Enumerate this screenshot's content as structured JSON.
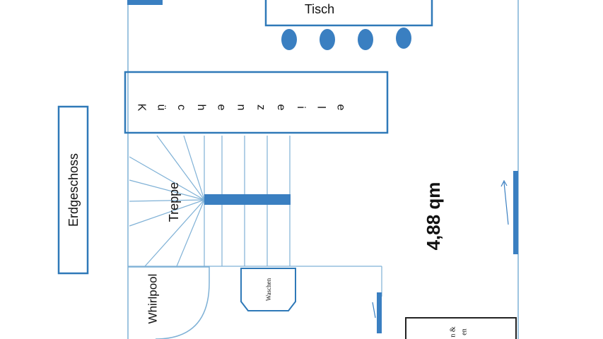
{
  "labels": {
    "floor": "Erdgeschoss",
    "table": "Tisch",
    "kitchen_letters": [
      "K",
      "ü",
      "c",
      "h",
      "e",
      "n",
      "z",
      "e",
      "i",
      "l",
      "e"
    ],
    "stairs": "Treppe",
    "whirlpool": "Whirlpool",
    "wash": "Waschen",
    "area": "4,88 qm",
    "cut_box_text": [
      "n &",
      "en"
    ]
  },
  "colors": {
    "wall": "#5a9cc8",
    "outline": "#2f79b8",
    "accent": "#3a7fc1",
    "text": "#111111",
    "dark_box": "#222222"
  }
}
